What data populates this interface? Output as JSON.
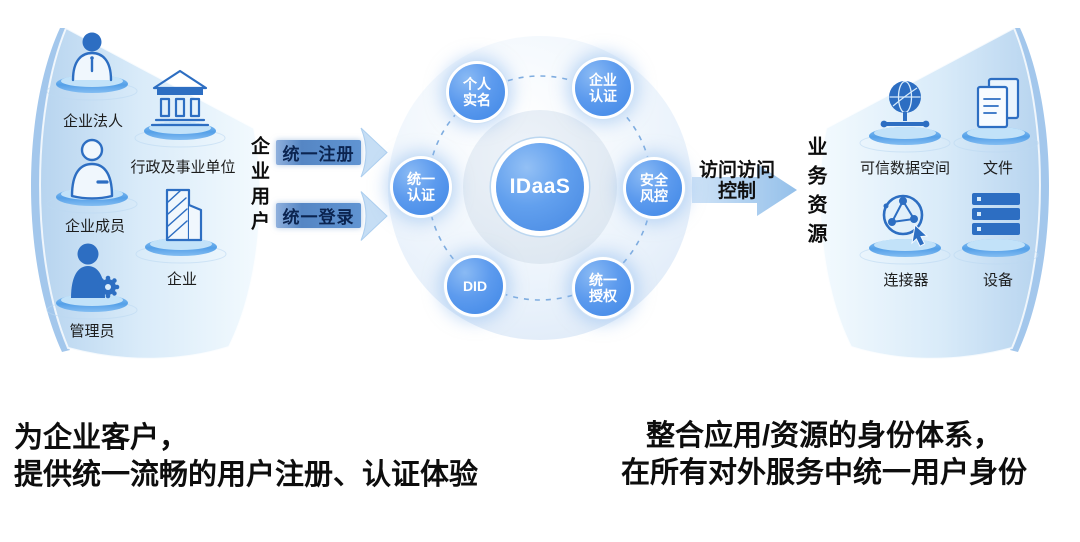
{
  "diagram": {
    "left_fan": {
      "items": [
        {
          "label": "企业法人",
          "icon": "person-tie-icon"
        },
        {
          "label": "行政及事业单位",
          "icon": "bank-icon"
        },
        {
          "label": "企业成员",
          "icon": "person-icon"
        },
        {
          "label": "企业",
          "icon": "office-building-icon"
        },
        {
          "label": "管理员",
          "icon": "admin-gear-icon"
        }
      ]
    },
    "left_flow": {
      "vertical_label": "企业用户",
      "arrows": [
        {
          "label": "统一注册"
        },
        {
          "label": "统一登录"
        }
      ]
    },
    "center": {
      "core_label": "IDaaS",
      "satellites": [
        {
          "label": "个人\n实名"
        },
        {
          "label": "企业\n认证"
        },
        {
          "label": "统一\n认证"
        },
        {
          "label": "安全\n风控"
        },
        {
          "label": "DID"
        },
        {
          "label": "统一\n授权"
        }
      ]
    },
    "right_flow": {
      "arrow_label": "访问访问\n控制",
      "vertical_label": "业务资源"
    },
    "right_fan": {
      "items": [
        {
          "label": "可信数据空间",
          "icon": "data-globe-icon"
        },
        {
          "label": "文件",
          "icon": "documents-icon"
        },
        {
          "label": "连接器",
          "icon": "connector-icon"
        },
        {
          "label": "设备",
          "icon": "servers-icon"
        }
      ]
    },
    "captions": {
      "left_line1": "为企业客户，",
      "left_line2": "提供统一流畅的用户注册、认证体验",
      "right_line1": "整合应用/资源的身份体系，",
      "right_line2": "在所有对外服务中统一用户身份"
    },
    "colors": {
      "core_blue": "#4a8ce5",
      "icon_blue": "#2d6ec2",
      "fan_light_blue": "#cfe3f8",
      "arrow_bar_blue": "#5d8fcd",
      "arrow_text_navy": "#0c2450",
      "text_black": "#111111"
    }
  }
}
